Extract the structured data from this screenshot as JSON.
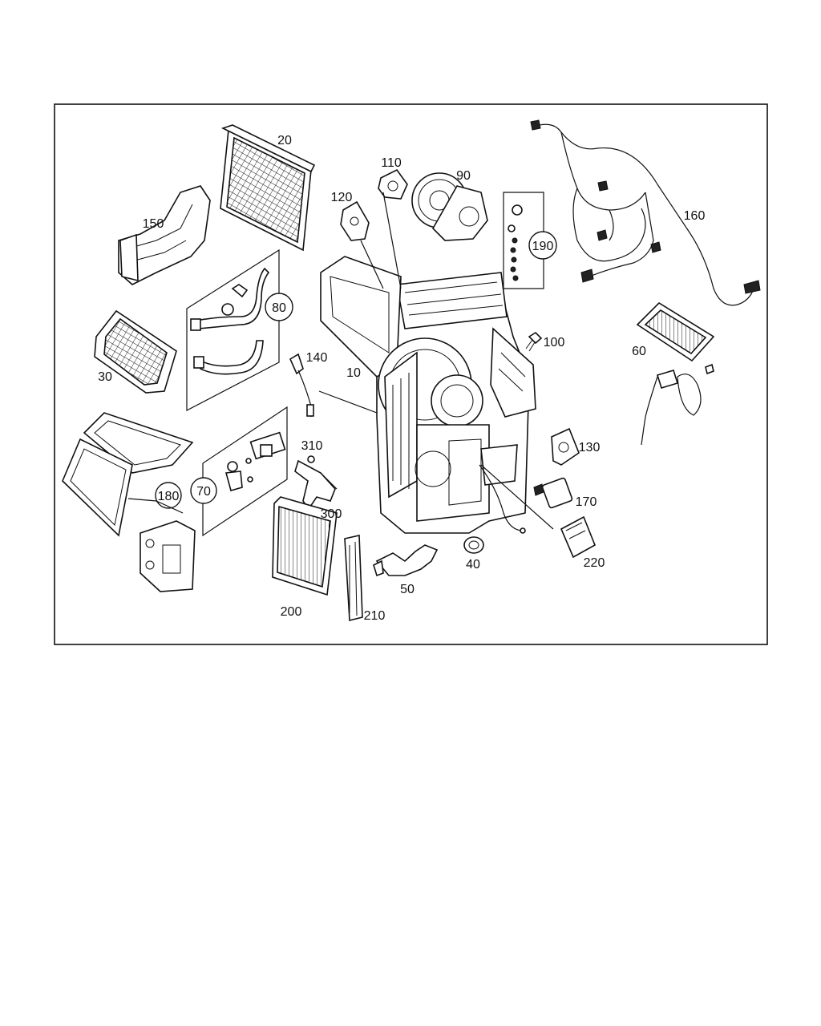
{
  "diagram": {
    "labels": {
      "l10": "10",
      "l20": "20",
      "l30": "30",
      "l40": "40",
      "l50": "50",
      "l60": "60",
      "l70": "70",
      "l80": "80",
      "l90": "90",
      "l100": "100",
      "l110": "110",
      "l120": "120",
      "l130": "130",
      "l140": "140",
      "l150": "150",
      "l160": "160",
      "l170": "170",
      "l180": "180",
      "l190": "190",
      "l200": "200",
      "l210": "210",
      "l220": "220",
      "l300": "300",
      "l310": "310"
    }
  }
}
